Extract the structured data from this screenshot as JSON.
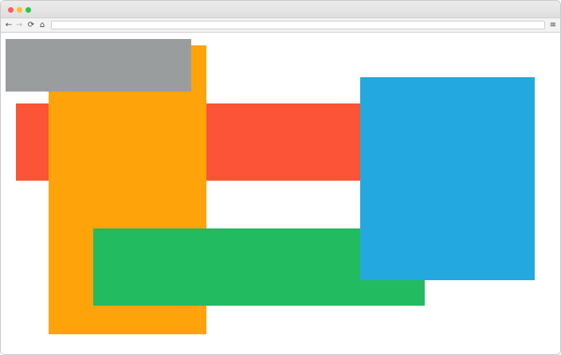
{
  "window": {
    "traffic_lights": {
      "close_color": "#ff5f57",
      "minimize_color": "#febc2e",
      "zoom_color": "#28c840"
    }
  },
  "toolbar": {
    "back_icon": "←",
    "forward_icon": "→",
    "reload_icon": "⟳",
    "home_icon": "⌂",
    "address_value": "",
    "menu_icon": "≡"
  },
  "shapes": [
    {
      "name": "red-rectangle",
      "color": "#fb5436"
    },
    {
      "name": "orange-rectangle",
      "color": "#ffa30a"
    },
    {
      "name": "gray-rectangle",
      "color": "#9a9d9e"
    },
    {
      "name": "green-rectangle",
      "color": "#22bb60"
    },
    {
      "name": "blue-rectangle",
      "color": "#23a8df"
    }
  ]
}
